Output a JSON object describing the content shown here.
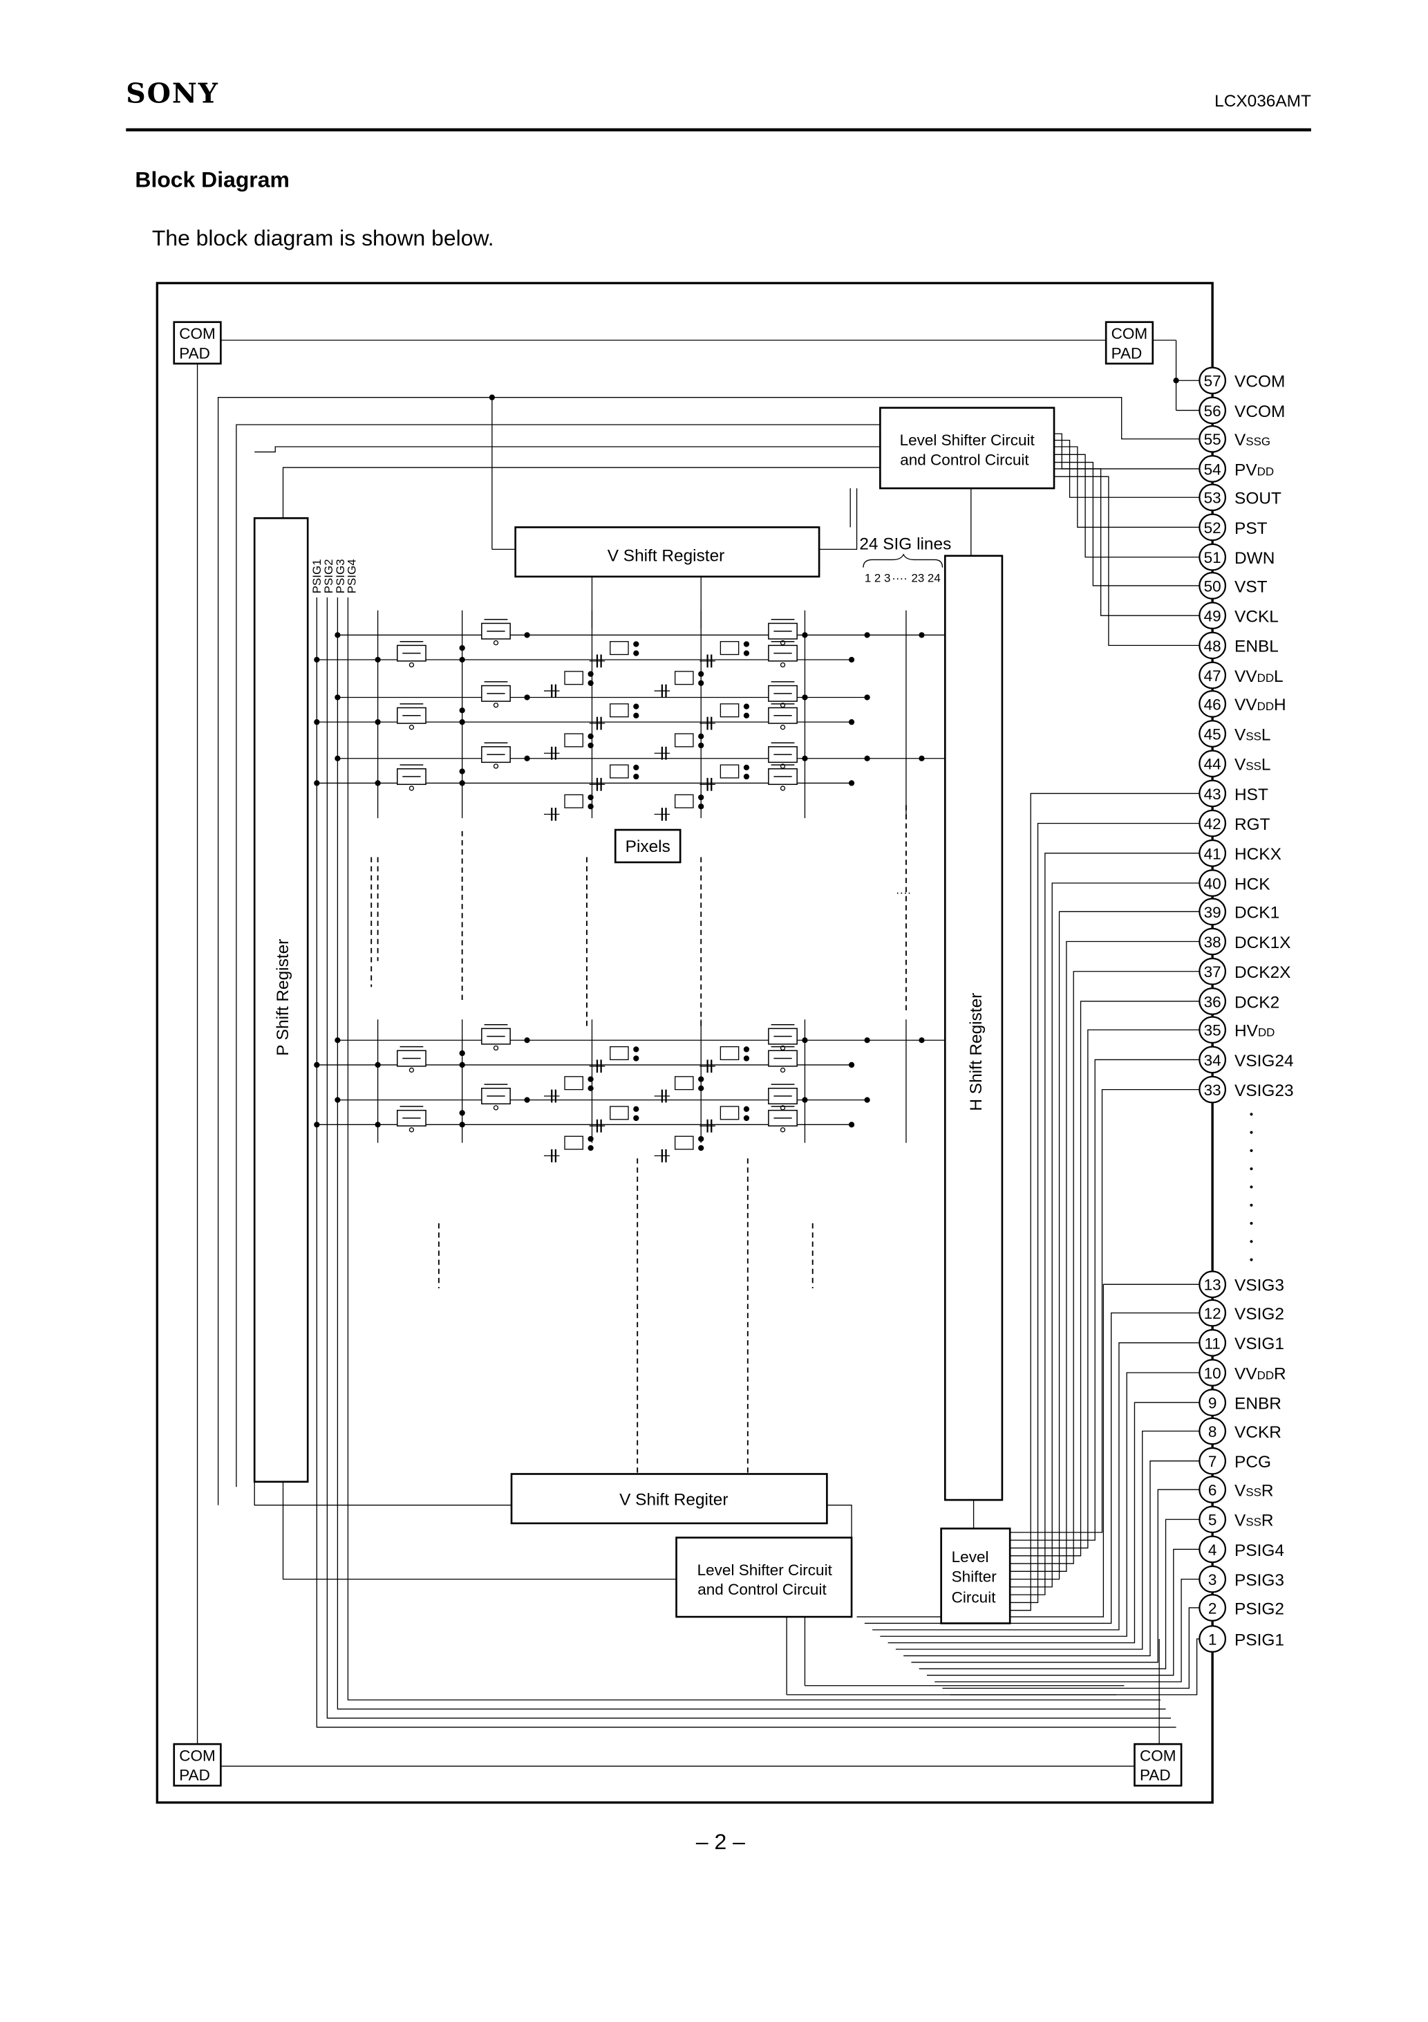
{
  "header": {
    "logo": "SONY",
    "part_number": "LCX036AMT"
  },
  "section_title": "Block Diagram",
  "intro_text": "The block diagram is shown below.",
  "diagram": {
    "com_pad": {
      "line1": "COM",
      "line2": "PAD"
    },
    "level_shifter_control": {
      "line1": "Level Shifter Circuit",
      "line2": "and Control Circuit"
    },
    "level_shifter_small": {
      "line1": "Level",
      "line2": "Shifter",
      "line3": "Circuit"
    },
    "v_shift_top": "V Shift Register",
    "v_shift_bottom": "V Shift Regiter",
    "p_shift": "P Shift Register",
    "h_shift": "H Shift Register",
    "pixels": "Pixels",
    "sig_lines": "24 SIG lines",
    "sig_index": {
      "first": "1 2 3",
      "ellipsis": "····",
      "last": "23 24"
    },
    "ellipsis": "····",
    "psig_labels": [
      "PSIG1",
      "PSIG2",
      "PSIG3",
      "PSIG4"
    ],
    "pins": [
      {
        "num": "57",
        "name": "VCOM",
        "sub": "",
        "suffix": ""
      },
      {
        "num": "56",
        "name": "VCOM",
        "sub": "",
        "suffix": ""
      },
      {
        "num": "55",
        "name": "V",
        "sub": "SSG",
        "suffix": ""
      },
      {
        "num": "54",
        "name": "PV",
        "sub": "DD",
        "suffix": ""
      },
      {
        "num": "53",
        "name": "SOUT",
        "sub": "",
        "suffix": ""
      },
      {
        "num": "52",
        "name": "PST",
        "sub": "",
        "suffix": ""
      },
      {
        "num": "51",
        "name": "DWN",
        "sub": "",
        "suffix": ""
      },
      {
        "num": "50",
        "name": "VST",
        "sub": "",
        "suffix": ""
      },
      {
        "num": "49",
        "name": "VCKL",
        "sub": "",
        "suffix": ""
      },
      {
        "num": "48",
        "name": "ENBL",
        "sub": "",
        "suffix": ""
      },
      {
        "num": "47",
        "name": "VV",
        "sub": "DD",
        "suffix": "L"
      },
      {
        "num": "46",
        "name": "VV",
        "sub": "DD",
        "suffix": "H"
      },
      {
        "num": "45",
        "name": "V",
        "sub": "SS",
        "suffix": "L"
      },
      {
        "num": "44",
        "name": "V",
        "sub": "SS",
        "suffix": "L"
      },
      {
        "num": "43",
        "name": "HST",
        "sub": "",
        "suffix": ""
      },
      {
        "num": "42",
        "name": "RGT",
        "sub": "",
        "suffix": ""
      },
      {
        "num": "41",
        "name": "HCKX",
        "sub": "",
        "suffix": ""
      },
      {
        "num": "40",
        "name": "HCK",
        "sub": "",
        "suffix": ""
      },
      {
        "num": "39",
        "name": "DCK1",
        "sub": "",
        "suffix": ""
      },
      {
        "num": "38",
        "name": "DCK1X",
        "sub": "",
        "suffix": ""
      },
      {
        "num": "37",
        "name": "DCK2X",
        "sub": "",
        "suffix": ""
      },
      {
        "num": "36",
        "name": "DCK2",
        "sub": "",
        "suffix": ""
      },
      {
        "num": "35",
        "name": "HV",
        "sub": "DD",
        "suffix": ""
      },
      {
        "num": "34",
        "name": "VSIG24",
        "sub": "",
        "suffix": ""
      },
      {
        "num": "33",
        "name": "VSIG23",
        "sub": "",
        "suffix": ""
      },
      {
        "num": "13",
        "name": "VSIG3",
        "sub": "",
        "suffix": ""
      },
      {
        "num": "12",
        "name": "VSIG2",
        "sub": "",
        "suffix": ""
      },
      {
        "num": "11",
        "name": "VSIG1",
        "sub": "",
        "suffix": ""
      },
      {
        "num": "10",
        "name": "VV",
        "sub": "DD",
        "suffix": "R"
      },
      {
        "num": "9",
        "name": "ENBR",
        "sub": "",
        "suffix": ""
      },
      {
        "num": "8",
        "name": "VCKR",
        "sub": "",
        "suffix": ""
      },
      {
        "num": "7",
        "name": "PCG",
        "sub": "",
        "suffix": ""
      },
      {
        "num": "6",
        "name": "V",
        "sub": "SS",
        "suffix": "R"
      },
      {
        "num": "5",
        "name": "V",
        "sub": "SS",
        "suffix": "R"
      },
      {
        "num": "4",
        "name": "PSIG4",
        "sub": "",
        "suffix": ""
      },
      {
        "num": "3",
        "name": "PSIG3",
        "sub": "",
        "suffix": ""
      },
      {
        "num": "2",
        "name": "PSIG2",
        "sub": "",
        "suffix": ""
      },
      {
        "num": "1",
        "name": "PSIG1",
        "sub": "",
        "suffix": ""
      }
    ]
  },
  "footer": {
    "page_number": "– 2 –"
  }
}
